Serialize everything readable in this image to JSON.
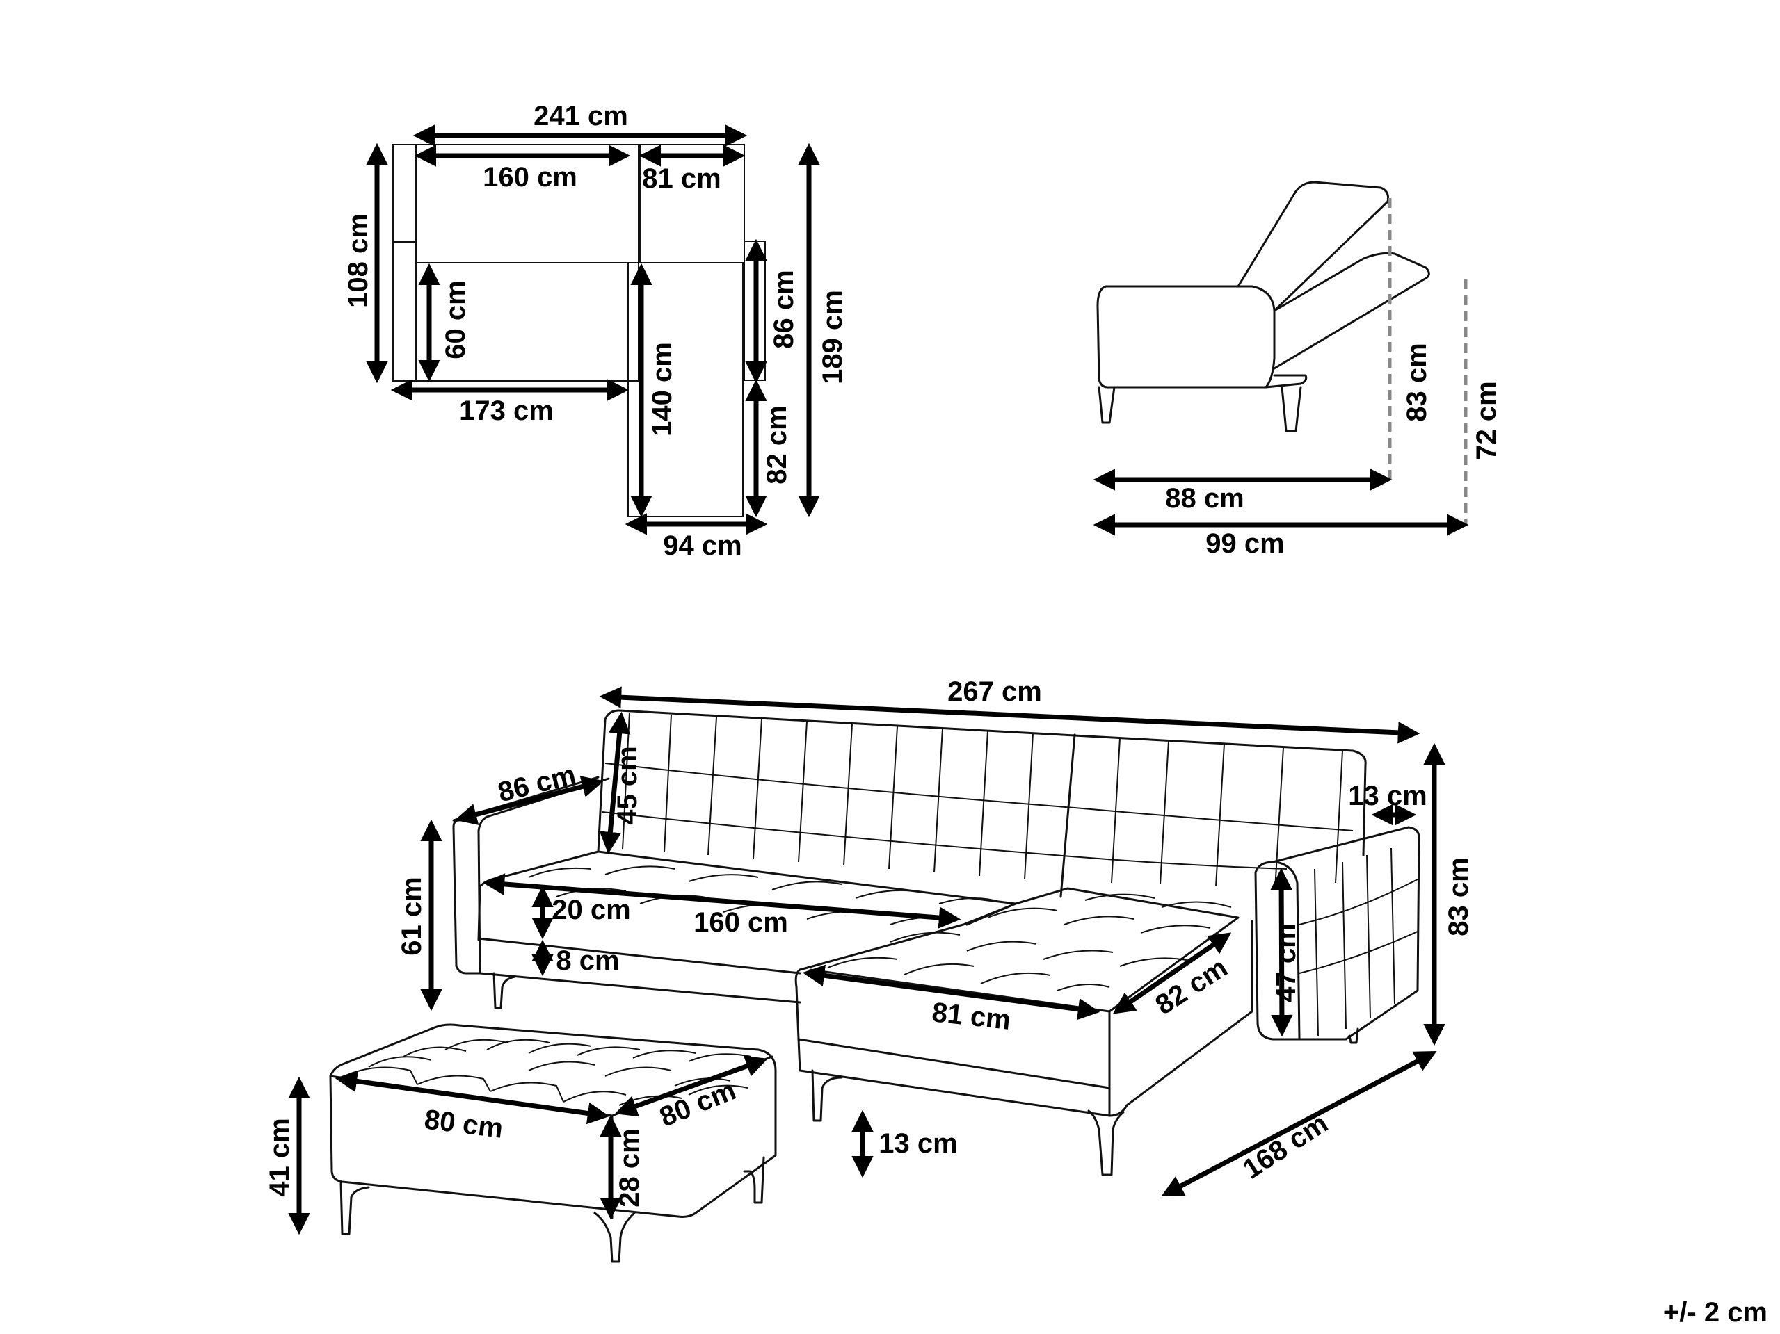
{
  "diagram": {
    "top_view": {
      "total_width": "241 cm",
      "main_width": "160 cm",
      "chaise_width": "81 cm",
      "depth_left": "108 cm",
      "seat_depth": "60 cm",
      "base_width": "173 cm",
      "chaise_length": "140 cm",
      "arm_depth": "86 cm",
      "chaise_extension": "82 cm",
      "total_depth": "189 cm",
      "chaise_base_width": "94 cm"
    },
    "side_view": {
      "reclined_height_1": "83 cm",
      "reclined_height_2": "72 cm",
      "depth_upright": "88 cm",
      "depth_reclined": "99 cm"
    },
    "perspective_view": {
      "total_length": "267 cm",
      "armrest_depth": "86 cm",
      "backrest_height": "45 cm",
      "armrest_width": "13 cm",
      "seat_height_total": "61 cm",
      "cushion_height": "20 cm",
      "seat_width": "160 cm",
      "base_height": "8 cm",
      "chaise_width": "81 cm",
      "chaise_depth": "82 cm",
      "armrest_height": "47 cm",
      "total_height": "83 cm",
      "leg_height": "13 cm",
      "total_depth": "168 cm"
    },
    "ottoman": {
      "width": "80 cm",
      "depth": "80 cm",
      "total_height": "41 cm",
      "body_height": "28 cm"
    },
    "tolerance": "+/- 2 cm"
  }
}
